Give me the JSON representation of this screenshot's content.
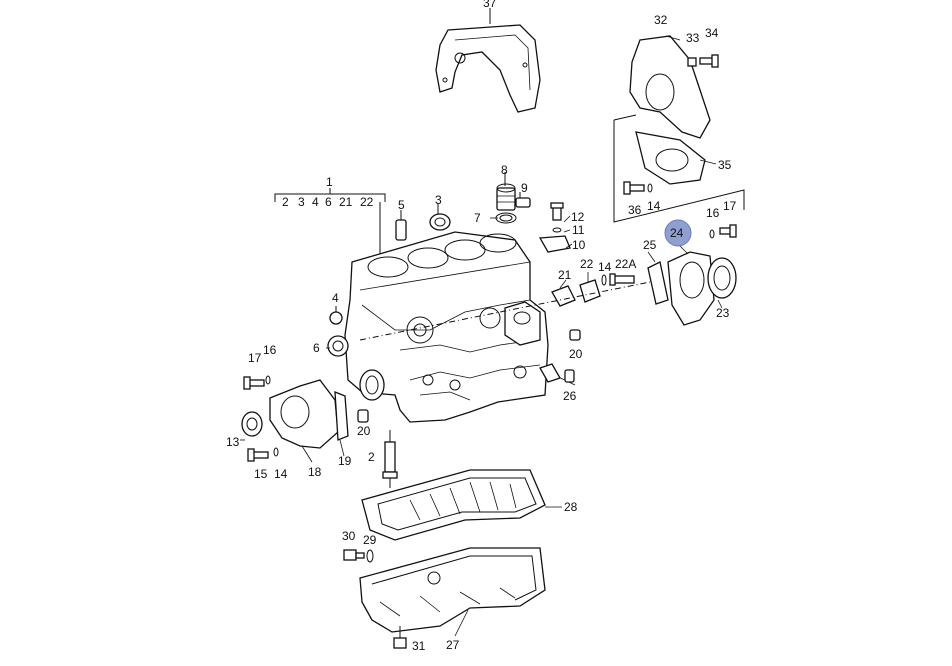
{
  "diagram": {
    "highlight_color": "#8f9fd0",
    "labels": {
      "p1": "1",
      "p2": "2",
      "p3": "3",
      "p4": "4",
      "p5": "5",
      "p6": "6",
      "p7": "7",
      "p8": "8",
      "p9": "9",
      "p10": "10",
      "p11": "11",
      "p12": "12",
      "p13": "13",
      "p14a": "14",
      "p14b": "14",
      "p14c": "14",
      "p15": "15",
      "p16a": "16",
      "p16b": "16",
      "p17a": "17",
      "p17b": "17",
      "p18": "18",
      "p19": "19",
      "p20a": "20",
      "p20b": "20",
      "p21": "21",
      "p22": "22",
      "p22a": "22A",
      "p23": "23",
      "p24": "24",
      "p25": "25",
      "p26": "26",
      "p27": "27",
      "p28": "28",
      "p29": "29",
      "p30": "30",
      "p31": "31",
      "p32": "32",
      "p33": "33",
      "p34": "34",
      "p35": "35",
      "p36": "36",
      "p37": "37"
    },
    "group_items": [
      "2",
      "3",
      "4",
      "6",
      "21",
      "22"
    ]
  }
}
